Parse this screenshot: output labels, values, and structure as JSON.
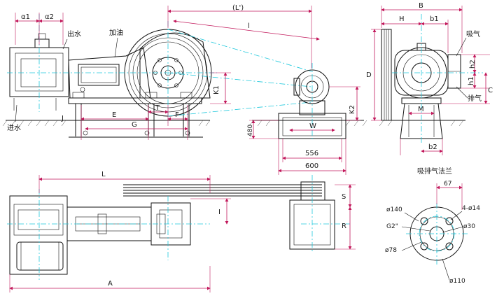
{
  "labels": {
    "a1": "α1",
    "a2": "α2",
    "water_out": "出水",
    "oil_in": "加油",
    "L_ref": "(L')",
    "l_upper": "l",
    "K1": "K1",
    "K2": "K2",
    "E": "E",
    "T": "T",
    "F": "F",
    "G": "G",
    "J": "J",
    "water_in": "进水",
    "W": "W",
    "d480": "480",
    "d556": "556",
    "d600": "600",
    "B": "B",
    "H": "H",
    "b1": "b1",
    "suction": "吸气",
    "D": "D",
    "h2": "h2",
    "h1": "h1",
    "C": "C",
    "exhaust": "排气",
    "M": "M",
    "b2": "b2",
    "L_plan": "L",
    "I_plan": "I",
    "S": "S",
    "R": "R",
    "A": "A",
    "flange_title": "吸排气法兰",
    "d67": "67",
    "phi140": "ø140",
    "holes": "4-ø14",
    "G2": "G2\"",
    "phi30": "ø30",
    "phi78": "ø78",
    "phi110": "ø110"
  },
  "colors": {
    "line": "#111111",
    "dimension": "#c2185b",
    "centerline": "#1ec8dc",
    "background": "#ffffff"
  }
}
